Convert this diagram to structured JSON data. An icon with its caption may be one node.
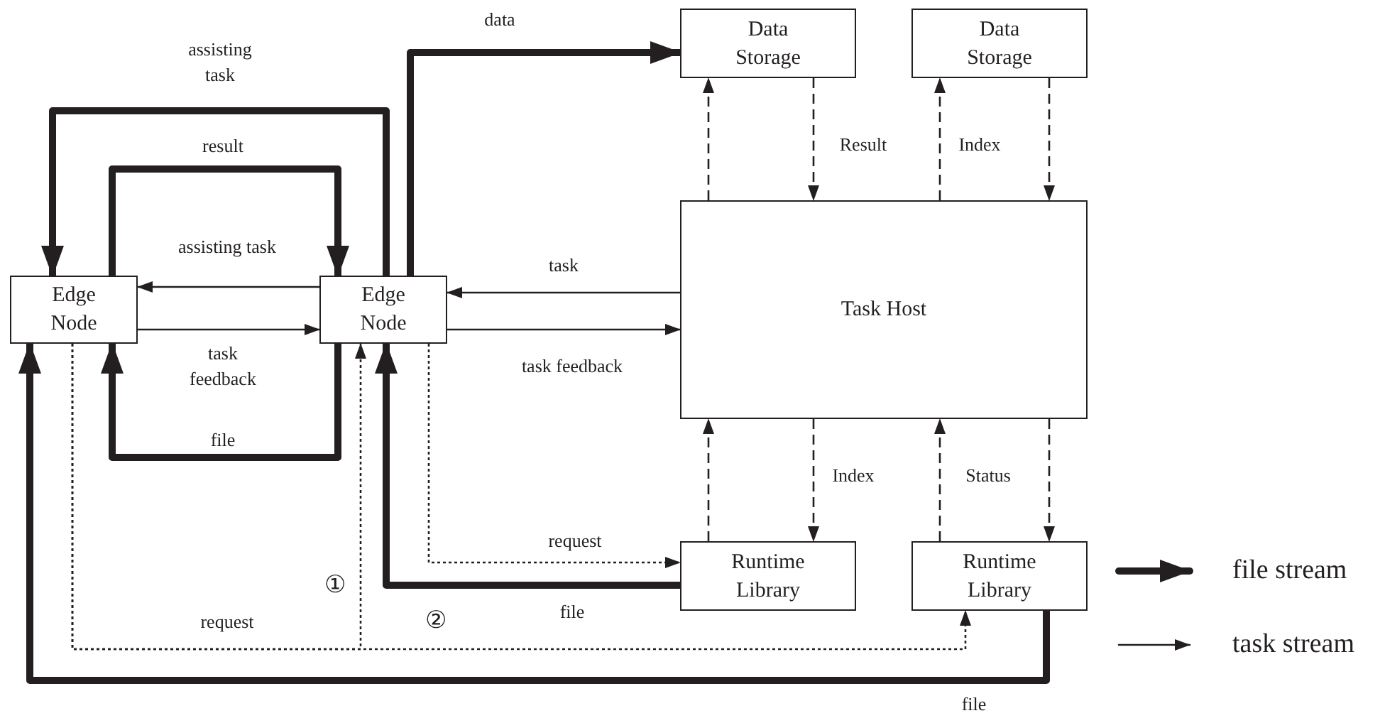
{
  "diagram": {
    "nodes": [
      {
        "text": [
          "Edge Node"
        ]
      },
      {
        "text": [
          "Edge Node"
        ]
      },
      {
        "text": [
          "Data Storage"
        ]
      },
      {
        "text": [
          "Data Storage"
        ]
      },
      {
        "text": [
          "Task Host"
        ]
      },
      {
        "text": [
          "Runtime Library"
        ]
      },
      {
        "text": [
          "Runtime Library"
        ]
      }
    ],
    "edges": [
      {
        "from": 1,
        "to": 0,
        "arrow": "to",
        "label": "assisting task",
        "style": "thick"
      },
      {
        "from": 0,
        "to": 1,
        "arrow": "to",
        "label": "result",
        "style": "thick"
      },
      {
        "from": 1,
        "to": 0,
        "arrow": "to",
        "label": "assisting task"
      },
      {
        "from": 0,
        "to": 1,
        "arrow": "to",
        "label": "task feedback"
      },
      {
        "from": 1,
        "to": 2,
        "arrow": "to",
        "label": "data",
        "style": "thick"
      },
      {
        "from": 4,
        "to": 1,
        "arrow": "to",
        "label": "task"
      },
      {
        "from": 1,
        "to": 4,
        "arrow": "to",
        "label": "task feedback"
      },
      {
        "from": 1,
        "to": 0,
        "arrow": "to",
        "label": "file",
        "style": "thick"
      },
      {
        "from": 5,
        "to": 1,
        "arrow": "to",
        "label": "file",
        "style": "thick"
      },
      {
        "from": 1,
        "to": 5,
        "arrow": "to",
        "label": "request",
        "style": "dashed"
      },
      {
        "from": 0,
        "to": 6,
        "arrow": "to",
        "label": "request",
        "style": "dashed"
      },
      {
        "from": 0,
        "to": 1,
        "arrow": "to",
        "style": "dashed"
      },
      {
        "from": 6,
        "to": 0,
        "arrow": "to",
        "label": "file",
        "style": "thick"
      },
      {
        "from": 4,
        "to": 2,
        "arrow": "to",
        "style": "dashed"
      },
      {
        "from": 2,
        "to": 4,
        "arrow": "to",
        "label": "Result",
        "style": "dashed"
      },
      {
        "from": 4,
        "to": 3,
        "arrow": "to",
        "label": "Index",
        "style": "dashed"
      },
      {
        "from": 3,
        "to": 4,
        "arrow": "to",
        "style": "dashed"
      },
      {
        "from": 5,
        "to": 4,
        "arrow": "to",
        "style": "dashed"
      },
      {
        "from": 4,
        "to": 5,
        "arrow": "to",
        "label": "Index",
        "style": "dashed"
      },
      {
        "from": 6,
        "to": 4,
        "arrow": "to",
        "label": "Status",
        "style": "dashed"
      },
      {
        "from": 4,
        "to": 6,
        "arrow": "to",
        "style": "dashed"
      }
    ],
    "labels": [
      "①",
      "②"
    ],
    "legend": [
      {
        "text": "file stream"
      },
      {
        "text": "task stream"
      }
    ]
  }
}
